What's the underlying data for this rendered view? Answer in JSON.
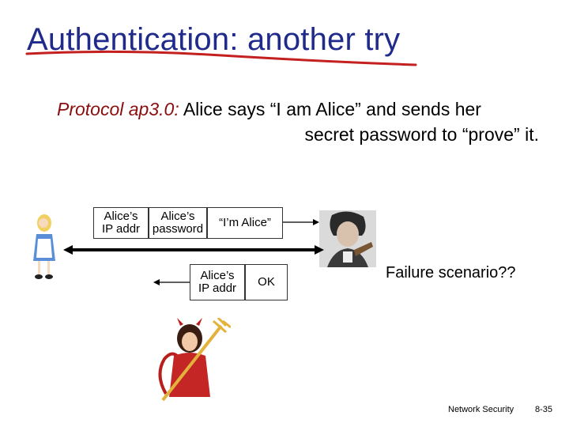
{
  "slide": {
    "title": "Authentication: another try",
    "protocol_label": "Protocol ap3.0:",
    "protocol_text_line1": " Alice says “I am Alice” and sends her",
    "protocol_text_line2": "secret password to “prove” it.",
    "failure_text": "Failure scenario??"
  },
  "diagram": {
    "msg1_box1_line1": "Alice’s",
    "msg1_box1_line2": "IP addr",
    "msg1_box2_line1": "Alice’s",
    "msg1_box2_line2": "password",
    "msg1_box3": "“I’m Alice”",
    "msg2_box1_line1": "Alice’s",
    "msg2_box1_line2": "IP addr",
    "msg2_box2": "OK"
  },
  "footer": {
    "course": "Network Security",
    "page": "8-35"
  },
  "colors": {
    "title": "#1f2a8a",
    "title_underline": "#c42020",
    "protocol_label": "#8b0d0d"
  }
}
